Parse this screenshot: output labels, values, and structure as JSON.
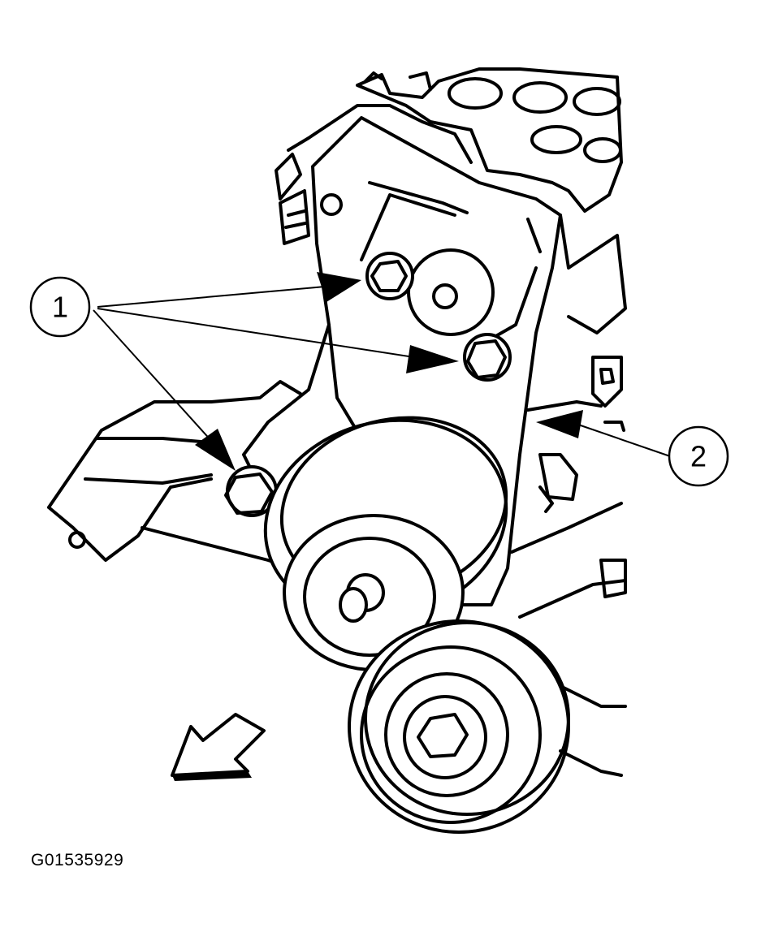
{
  "callouts": [
    {
      "id": "1"
    },
    {
      "id": "2"
    }
  ],
  "figure_id": "G01535929"
}
